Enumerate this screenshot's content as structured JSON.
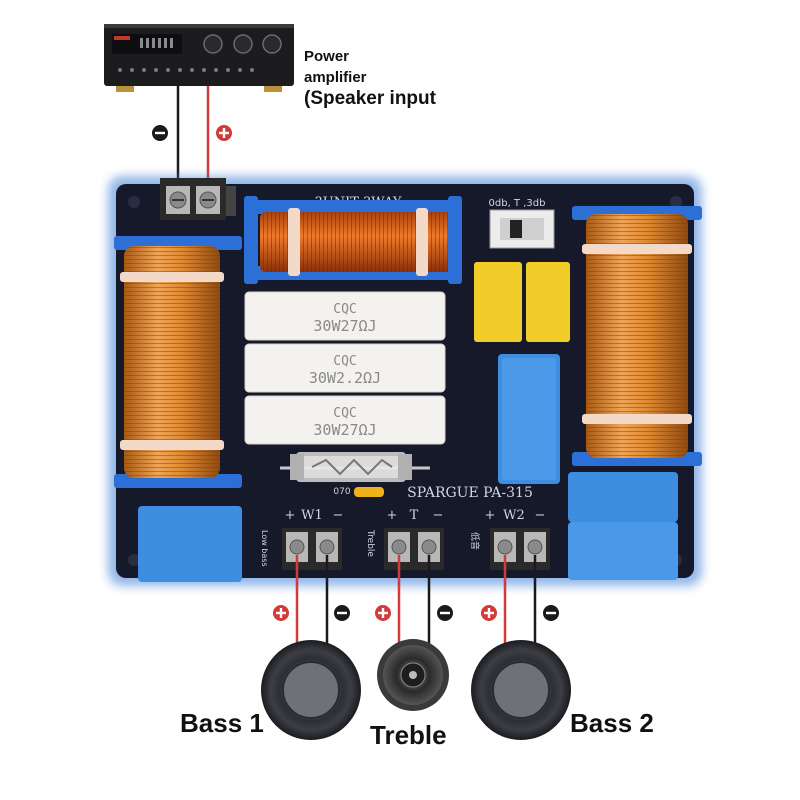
{
  "amplifier": {
    "label_line1": "Power",
    "label_line2": "amplifier",
    "label_line3": "(Speaker input"
  },
  "board": {
    "title": "3UNIT 3WAY",
    "switch_label": "0db, T ,3db",
    "brand": "SPARGUE PA-315",
    "fuse_code": "070",
    "resistors": [
      {
        "brand": "CQC",
        "value": "30W27ΩJ"
      },
      {
        "brand": "CQC",
        "value": "30W2.2ΩJ"
      },
      {
        "brand": "CQC",
        "value": "30W27ΩJ"
      }
    ],
    "outputs": [
      {
        "name": "W1",
        "side_label": "Low bass"
      },
      {
        "name": "T",
        "side_label": "Treble"
      },
      {
        "name": "W2",
        "side_label": "低音"
      }
    ],
    "plus": "+",
    "minus": "−"
  },
  "speakers": {
    "bass1": "Bass 1",
    "treble": "Treble",
    "bass2": "Bass 2"
  },
  "colors": {
    "pcb": "#16192a",
    "pcb_glow": "#3a7bd5",
    "copper": "#d9893a",
    "positive_wire": "#d33b3b",
    "negative_wire": "#1a1a1a",
    "capacitor_blue": "#3d8ee0",
    "capacitor_yellow": "#f2cd2a"
  }
}
